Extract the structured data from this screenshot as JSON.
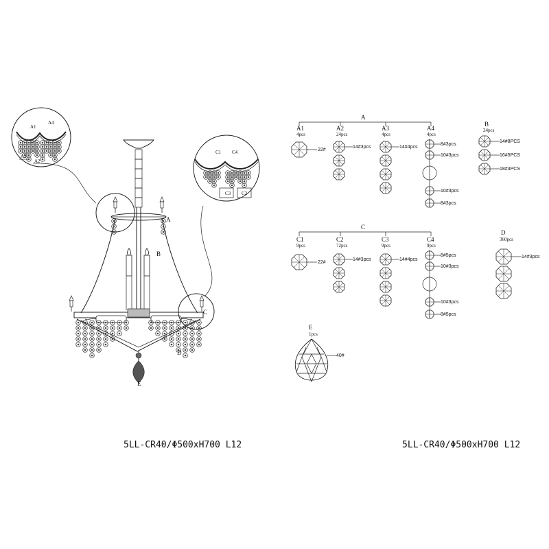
{
  "model": {
    "left": "5LL-CR40/Φ500xH700 L12",
    "right": "5LL-CR40/Φ500xH700 L12"
  },
  "chandelier": {
    "callouts": {
      "a": "A",
      "b": "B",
      "c": "C",
      "d": "D",
      "e": "E"
    },
    "detail_a": {
      "a1": "A1",
      "a2": "A2",
      "a3": "A3",
      "a4": "A4"
    },
    "detail_c": {
      "c1": "C1",
      "c2": "C2",
      "c3": "C3",
      "c4": "C4"
    }
  },
  "group_a": {
    "title": "A",
    "items": [
      {
        "label": "A1",
        "qty": "4pcs",
        "codes": [
          "22#"
        ]
      },
      {
        "label": "A2",
        "qty": "24pcs",
        "codes": [
          "14#3pcs"
        ]
      },
      {
        "label": "A3",
        "qty": "4pcs",
        "codes": [
          "14#4pcs"
        ]
      },
      {
        "label": "A4",
        "qty": "4pcs",
        "codes": [
          "8#3pcs",
          "10#3pcs",
          "10#3pcs",
          "8#3pcs"
        ]
      }
    ]
  },
  "group_b": {
    "label": "B",
    "qty": "24pcs",
    "codes": [
      "14#8PCS",
      "16#5PCS",
      "18#4PCS"
    ]
  },
  "group_c": {
    "title": "C",
    "items": [
      {
        "label": "C1",
        "qty": "9pcs",
        "codes": [
          "22#"
        ]
      },
      {
        "label": "C2",
        "qty": "72pcs",
        "codes": [
          "14#3pcs"
        ]
      },
      {
        "label": "C3",
        "qty": "9pcs",
        "codes": [
          "14#4pcs"
        ]
      },
      {
        "label": "C4",
        "qty": "9pcs",
        "codes": [
          "8#5pcs",
          "10#3pcs",
          "10#3pcs",
          "8#5pcs"
        ]
      }
    ]
  },
  "group_d": {
    "label": "D",
    "qty": "360pcs",
    "codes": [
      "14#3pcs"
    ]
  },
  "group_e": {
    "label": "E",
    "qty": "1pcs",
    "codes": [
      "40#"
    ]
  }
}
